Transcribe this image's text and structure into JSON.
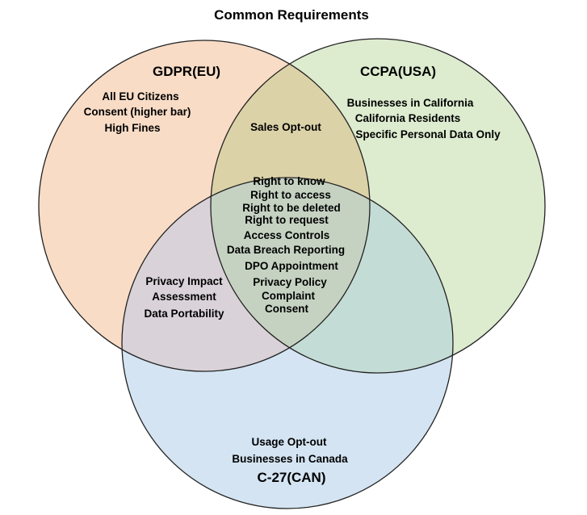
{
  "title": "Common Requirements",
  "colors": {
    "gdpr_fill": "#f8dcc6",
    "ccpa_fill": "#ddebcf",
    "c27_fill": "#d4e4f2",
    "gdpr_ccpa_fill": "#dcd2a8",
    "gdpr_c27_fill": "#d9d2d8",
    "ccpa_c27_fill": "#c4dcd6",
    "all_fill": "#c5d2c2",
    "outline": "#222222"
  },
  "sets": {
    "gdpr": {
      "label": "GDPR(EU)",
      "items": [
        "All EU Citizens",
        "Consent (higher bar)",
        "High Fines"
      ]
    },
    "ccpa": {
      "label": "CCPA(USA)",
      "items": [
        "Businesses in California",
        "California Residents",
        "Specific Personal Data Only"
      ]
    },
    "c27": {
      "label": "C-27(CAN)",
      "items": [
        "Usage Opt-out",
        "Businesses in Canada"
      ]
    }
  },
  "intersections": {
    "gdpr_ccpa": [
      "Sales Opt-out"
    ],
    "gdpr_c27": [
      "Privacy Impact",
      "Assessment",
      "Data Portability"
    ],
    "all": [
      "Right to know",
      "Right to access",
      "Right to be deleted",
      "Right to request",
      "Access Controls",
      "Data Breach Reporting",
      "DPO Appointment",
      "Privacy Policy",
      "Complaint",
      "Consent"
    ]
  }
}
